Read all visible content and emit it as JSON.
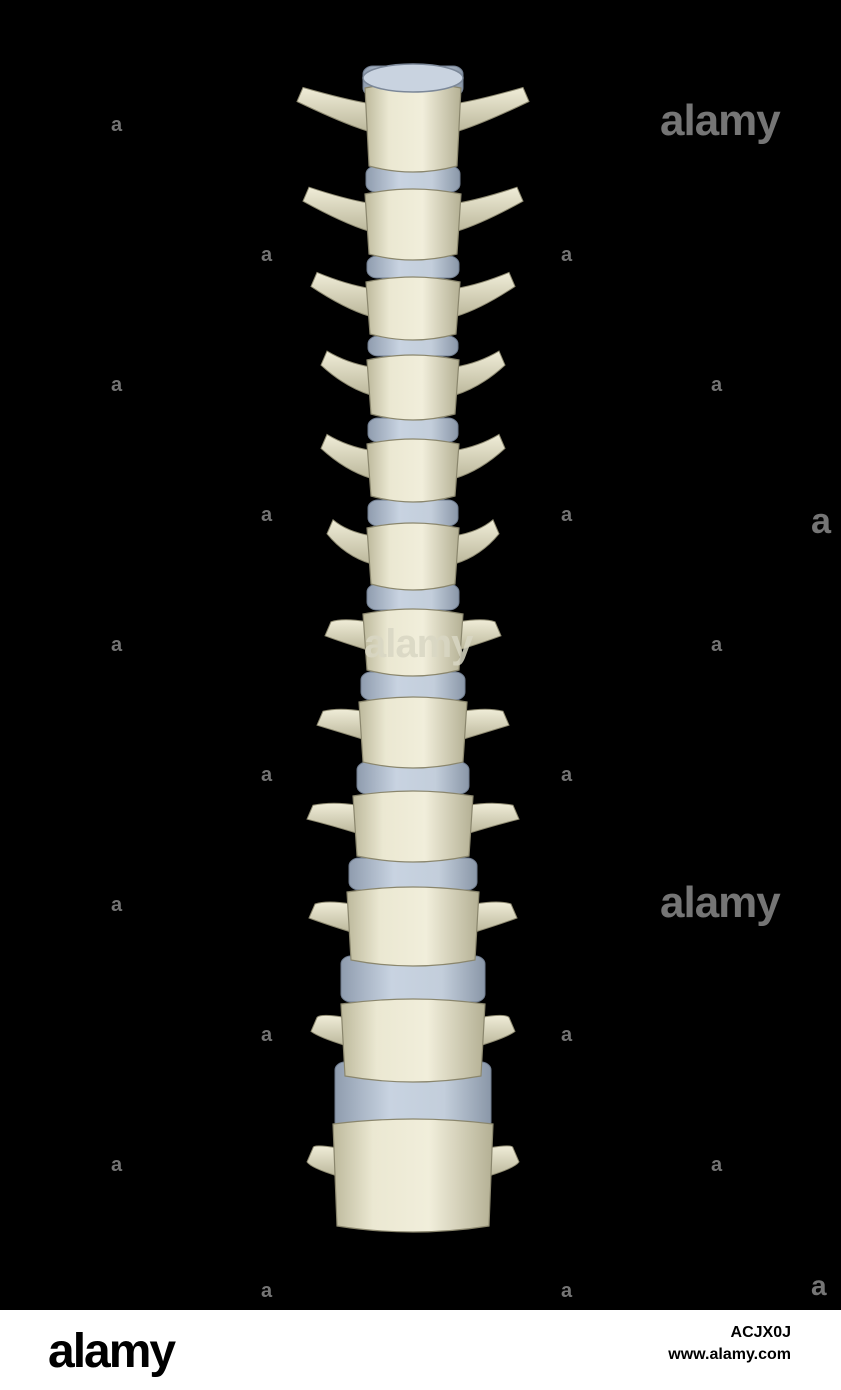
{
  "image": {
    "background": "#000000",
    "bone_color": "#e9e6cf",
    "disc_color": "#b9c6d6",
    "subject": "spine-column"
  },
  "watermarks": {
    "brand": "alamy",
    "letter": "a"
  },
  "footer": {
    "logo": "alamy",
    "image_id": "ACJX0J",
    "url": "www.alamy.com"
  }
}
